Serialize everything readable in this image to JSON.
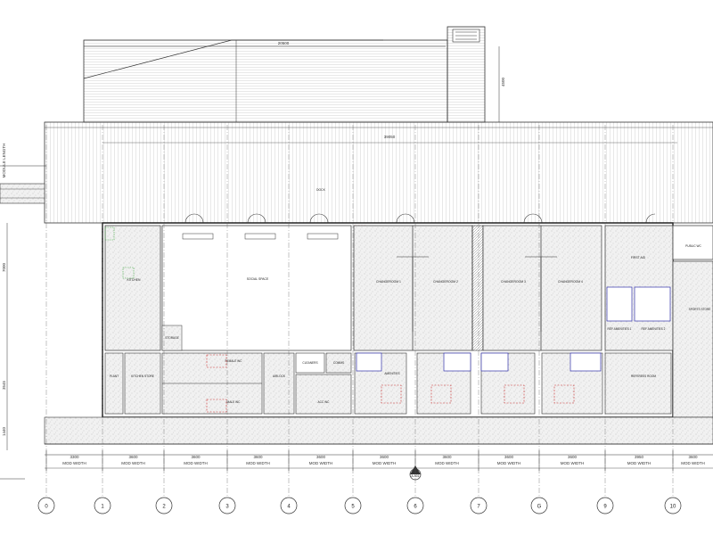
{
  "dims": {
    "top_span": "20500",
    "roof_height": "4500",
    "overall": "39050",
    "left_1": "MODULE LENGTH",
    "left_2": "7000",
    "left_3": "3545",
    "left_4": "1440"
  },
  "rooms": {
    "dock": "DOCK",
    "kitchen": "KITCHEN",
    "social": "SOCIAL SPACE",
    "change1": "CHANGEROOM 1",
    "change2": "CHANGEROOM 2",
    "change3": "CHANGEROOM 3",
    "change4": "CHANGEROOM 4",
    "first_aid": "FIRST AID",
    "public_wc": "PUBLIC WC",
    "sports_store": "SPORTS STORE",
    "ref_amenities1": "REF AMENITIES 1",
    "ref_amenities2": "REF AMENITIES 2",
    "referees_room": "REFEREES ROOM",
    "plant": "PLANT",
    "kitchen_store": "KITCHEN STORE",
    "female_wc": "FEMALE WC",
    "male_wc": "MALE WC",
    "airlock": "AIRLOCK",
    "cleaners": "CLEANERS",
    "comms": "COMMS",
    "acc_wc": "ACC WC",
    "storage": "STORAGE",
    "amenities": "AMENITIES"
  },
  "bottom_dims": [
    "3300",
    "3600",
    "3600",
    "3600",
    "3600",
    "3600",
    "3600",
    "3600",
    "3600",
    "3950",
    "3600"
  ],
  "mod_width": "MOD WIDTH",
  "grid_labels": [
    "0",
    "1",
    "2",
    "3",
    "4",
    "5",
    "6",
    "7",
    "G",
    "9",
    "10"
  ],
  "section_mark": "A-501"
}
